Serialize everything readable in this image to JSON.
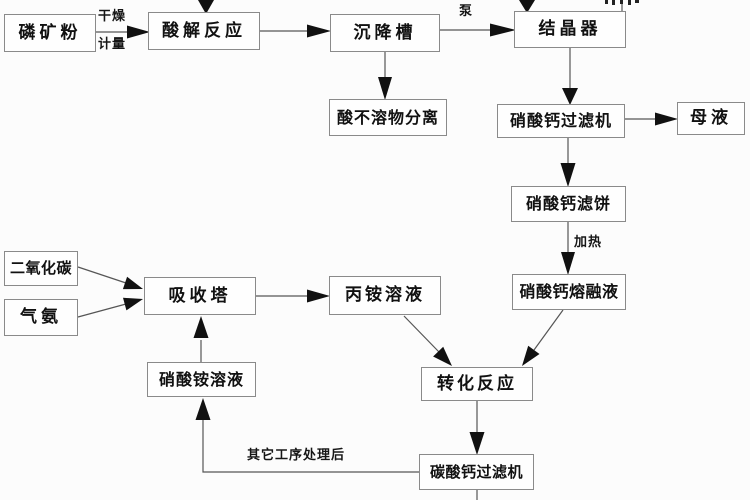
{
  "diagram": {
    "type": "process-flowchart",
    "language": "zh-CN",
    "nodes": {
      "phosphate_rock_powder": "磷矿粉",
      "acidolysis_reaction": "酸解反应",
      "settling_tank": "沉降槽",
      "crystallizer": "结晶器",
      "acid_insoluble_separation": "酸不溶物分离",
      "calcium_nitrate_filter": "硝酸钙过滤机",
      "mother_liquor": "母液",
      "calcium_nitrate_filter_cake": "硝酸钙滤饼",
      "calcium_nitrate_melt": "硝酸钙熔融液",
      "carbon_dioxide": "二氧化碳",
      "ammonia_gas": "气氨",
      "absorption_tower": "吸收塔",
      "ammonium_salt_solution": "丙铵溶液",
      "ammonium_nitrate_solution": "硝酸铵溶液",
      "conversion_reaction": "转化反应",
      "calcium_carbonate_filter": "碳酸钙过滤机"
    },
    "edge_labels": {
      "drying": "干燥",
      "metering": "计量",
      "pump": "泵",
      "heating": "加热",
      "after_other_processing": "其它工序处理后"
    },
    "edges": [
      {
        "from": "phosphate_rock_powder",
        "to": "acidolysis_reaction",
        "label": "干燥 计量"
      },
      {
        "from": "offscreen-top",
        "to": "acidolysis_reaction",
        "label": ""
      },
      {
        "from": "acidolysis_reaction",
        "to": "settling_tank",
        "label": ""
      },
      {
        "from": "settling_tank",
        "to": "acid_insoluble_separation",
        "label": ""
      },
      {
        "from": "settling_tank",
        "to": "crystallizer",
        "label": "泵"
      },
      {
        "from": "offscreen-top",
        "to": "crystallizer",
        "label": ""
      },
      {
        "from": "crystallizer",
        "to": "calcium_nitrate_filter",
        "label": ""
      },
      {
        "from": "calcium_nitrate_filter",
        "to": "mother_liquor",
        "label": ""
      },
      {
        "from": "calcium_nitrate_filter",
        "to": "calcium_nitrate_filter_cake",
        "label": ""
      },
      {
        "from": "calcium_nitrate_filter_cake",
        "to": "calcium_nitrate_melt",
        "label": "加热"
      },
      {
        "from": "calcium_nitrate_melt",
        "to": "conversion_reaction",
        "label": ""
      },
      {
        "from": "carbon_dioxide",
        "to": "absorption_tower",
        "label": ""
      },
      {
        "from": "ammonia_gas",
        "to": "absorption_tower",
        "label": ""
      },
      {
        "from": "absorption_tower",
        "to": "ammonium_salt_solution",
        "label": ""
      },
      {
        "from": "ammonium_salt_solution",
        "to": "conversion_reaction",
        "label": ""
      },
      {
        "from": "ammonium_nitrate_solution",
        "to": "absorption_tower",
        "label": ""
      },
      {
        "from": "conversion_reaction",
        "to": "calcium_carbonate_filter",
        "label": ""
      },
      {
        "from": "calcium_carbonate_filter",
        "to": "ammonium_nitrate_solution",
        "label": "其它工序处理后"
      },
      {
        "from": "calcium_carbonate_filter",
        "to": "offscreen-bottom",
        "label": ""
      }
    ]
  },
  "colors": {
    "background": "#fcfcfc",
    "box_border": "#8a8a8a",
    "line": "#555555",
    "arrow": "#111111",
    "text": "#111111"
  }
}
